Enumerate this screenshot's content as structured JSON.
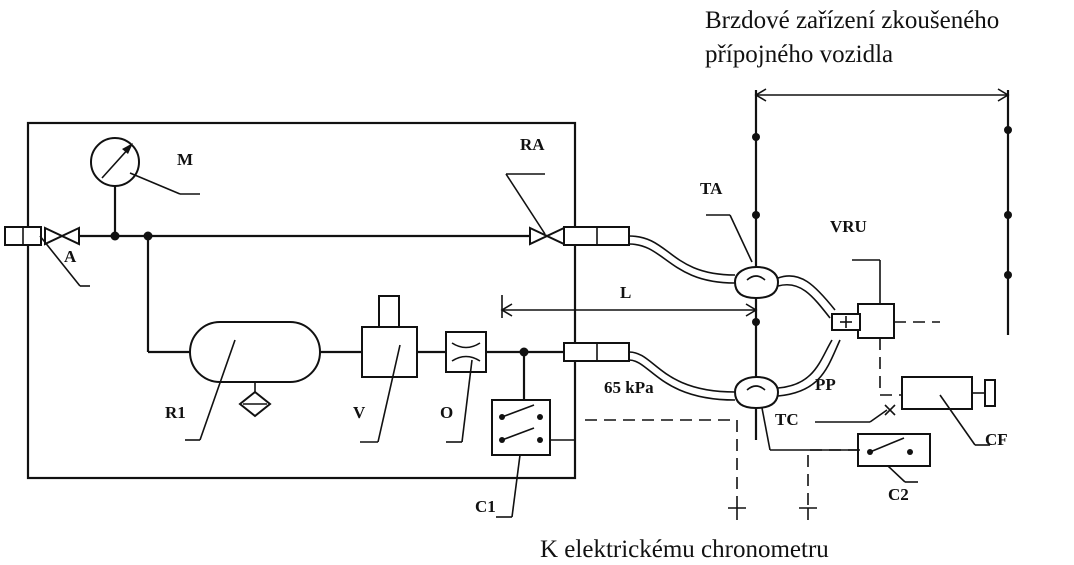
{
  "title_line1": "Brzdové zařízení zkoušeného",
  "title_line2": "přípojného vozidla",
  "bottom_caption": "K elektrickému chronometru",
  "labels": {
    "M": "M",
    "A": "A",
    "RA": "RA",
    "TA": "TA",
    "VRU": "VRU",
    "L": "L",
    "R1": "R1",
    "V": "V",
    "O": "O",
    "C1": "C1",
    "pressure": "65 kPa",
    "PP": "PP",
    "TC": "TC",
    "CF": "CF",
    "C2": "C2"
  }
}
